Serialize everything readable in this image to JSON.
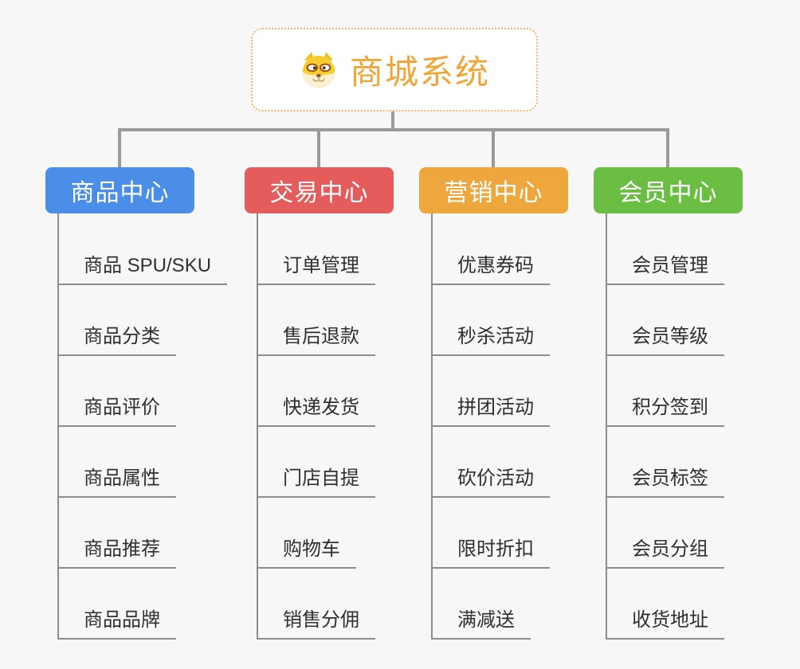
{
  "root": {
    "title": "商城系统",
    "icon": "doge-icon",
    "accent_color": "#f2a537",
    "border_color": "#f3b55e"
  },
  "connector_color": "#9a9a9a",
  "underline_color": "#8c8c8c",
  "background_color": "#f7f7f7",
  "branches": [
    {
      "id": "product-center",
      "label": "商品中心",
      "color": "#4a8ee8",
      "items": [
        "商品 SPU/SKU",
        "商品分类",
        "商品评价",
        "商品属性",
        "商品推荐",
        "商品品牌"
      ]
    },
    {
      "id": "trade-center",
      "label": "交易中心",
      "color": "#e55c5c",
      "items": [
        "订单管理",
        "售后退款",
        "快递发货",
        "门店自提",
        "购物车",
        "销售分佣"
      ]
    },
    {
      "id": "marketing-center",
      "label": "营销中心",
      "color": "#eda73d",
      "items": [
        "优惠券码",
        "秒杀活动",
        "拼团活动",
        "砍价活动",
        "限时折扣",
        "满减送"
      ]
    },
    {
      "id": "member-center",
      "label": "会员中心",
      "color": "#6abe41",
      "items": [
        "会员管理",
        "会员等级",
        "积分签到",
        "会员标签",
        "会员分组",
        "收货地址"
      ]
    }
  ]
}
